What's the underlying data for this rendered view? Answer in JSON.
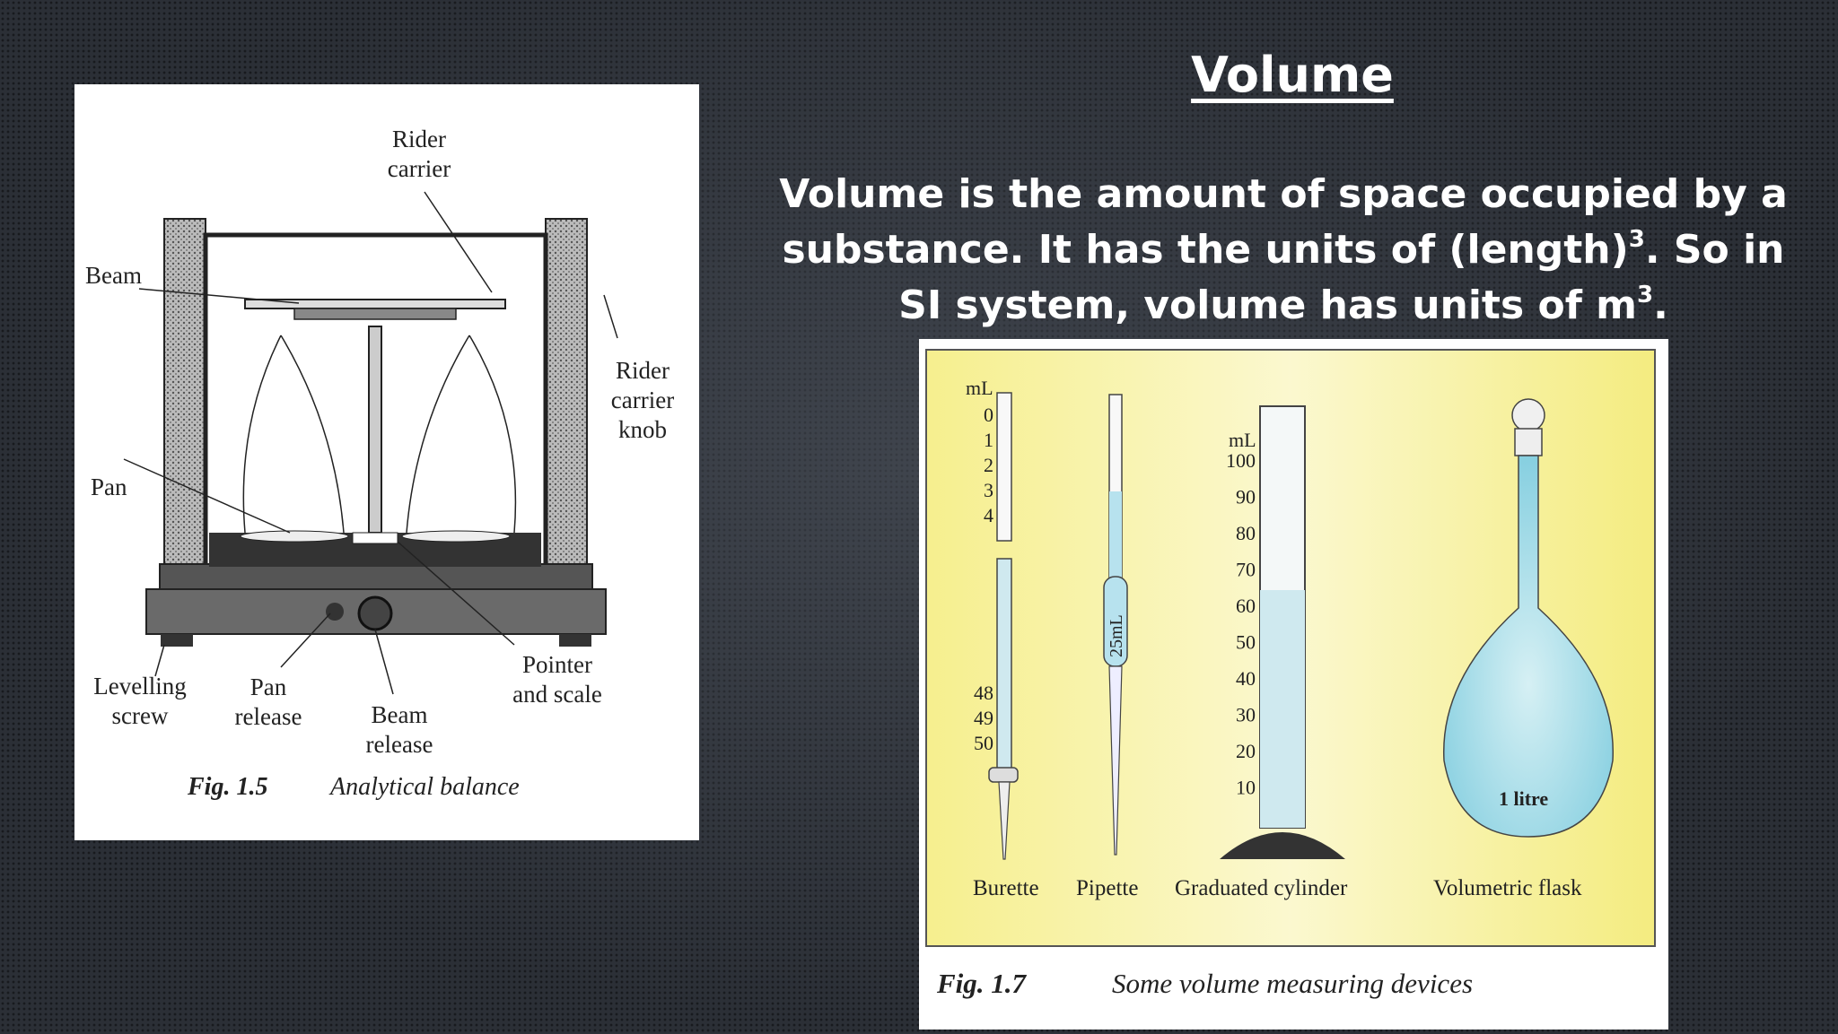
{
  "slide": {
    "title": "Volume",
    "description_part1": "Volume is the amount of space occupied by a substance. It has the units of (length)",
    "description_sup1": "3",
    "description_part2": ". So in SI system, volume has units of m",
    "description_sup2": "3",
    "description_part3": "."
  },
  "figure_balance": {
    "labels": {
      "rider_carrier_1": "Rider",
      "rider_carrier_2": "carrier",
      "beam": "Beam",
      "rider_knob_1": "Rider",
      "rider_knob_2": "carrier",
      "rider_knob_3": "knob",
      "pan": "Pan",
      "levelling_1": "Levelling",
      "levelling_2": "screw",
      "pan_release_1": "Pan",
      "pan_release_2": "release",
      "beam_release_1": "Beam",
      "beam_release_2": "release",
      "pointer_1": "Pointer",
      "pointer_2": "and scale"
    },
    "caption_number": "Fig. 1.5",
    "caption_text": "Analytical balance"
  },
  "figure_devices": {
    "burette": {
      "unit": "mL",
      "top_marks": [
        "0",
        "1",
        "2",
        "3",
        "4"
      ],
      "bottom_marks": [
        "48",
        "49",
        "50"
      ],
      "name": "Burette"
    },
    "pipette": {
      "mark": "25mL",
      "name": "Pipette"
    },
    "cylinder": {
      "unit": "mL",
      "marks": [
        "100",
        "90",
        "80",
        "70",
        "60",
        "50",
        "40",
        "30",
        "20",
        "10"
      ],
      "name": "Graduated cylinder"
    },
    "flask": {
      "mark": "1  litre",
      "name": "Volumetric flask"
    },
    "caption_number": "Fig. 1.7",
    "caption_text": "Some volume measuring devices"
  },
  "colors": {
    "background": "#2b2f36",
    "text": "#ffffff",
    "panel_yellow": "#f7f19c",
    "liquid": "#9fd8e6"
  }
}
